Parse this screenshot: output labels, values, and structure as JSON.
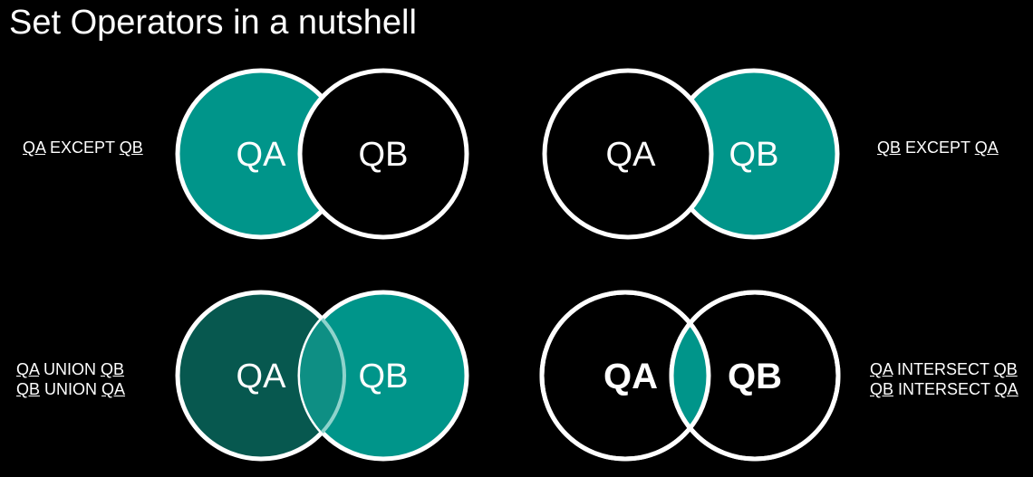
{
  "title": "Set Operators in a nutshell",
  "colors": {
    "background": "#000000",
    "teal": "#00958A",
    "dark_teal": "#07584F",
    "overlap_teal": "#0E8F84",
    "stroke": "#FFFFFF"
  },
  "diagrams": [
    {
      "operation": "QA EXCEPT QB",
      "left_circle": "QA",
      "right_circle": "QB",
      "label_lines": [
        [
          {
            "text": "QA",
            "underline": true
          },
          {
            "text": " EXCEPT ",
            "underline": false
          },
          {
            "text": "QB",
            "underline": true
          }
        ]
      ]
    },
    {
      "operation": "QB EXCEPT QA",
      "left_circle": "QA",
      "right_circle": "QB",
      "label_lines": [
        [
          {
            "text": "QB",
            "underline": true
          },
          {
            "text": " EXCEPT ",
            "underline": false
          },
          {
            "text": "QA",
            "underline": true
          }
        ]
      ]
    },
    {
      "operation": "QA UNION QB",
      "left_circle": "QA",
      "right_circle": "QB",
      "label_lines": [
        [
          {
            "text": "QA",
            "underline": true
          },
          {
            "text": " UNION ",
            "underline": false
          },
          {
            "text": "QB",
            "underline": true
          }
        ],
        [
          {
            "text": "QB",
            "underline": true
          },
          {
            "text": " UNION ",
            "underline": false
          },
          {
            "text": "QA",
            "underline": true
          }
        ]
      ]
    },
    {
      "operation": "QA INTERSECT QB",
      "left_circle": "QA",
      "right_circle": "QB",
      "label_lines": [
        [
          {
            "text": "QA",
            "underline": true
          },
          {
            "text": " INTERSECT ",
            "underline": false
          },
          {
            "text": "QB",
            "underline": true
          }
        ],
        [
          {
            "text": "QB",
            "underline": true
          },
          {
            "text": " INTERSECT ",
            "underline": false
          },
          {
            "text": "QA",
            "underline": true
          }
        ]
      ]
    }
  ]
}
